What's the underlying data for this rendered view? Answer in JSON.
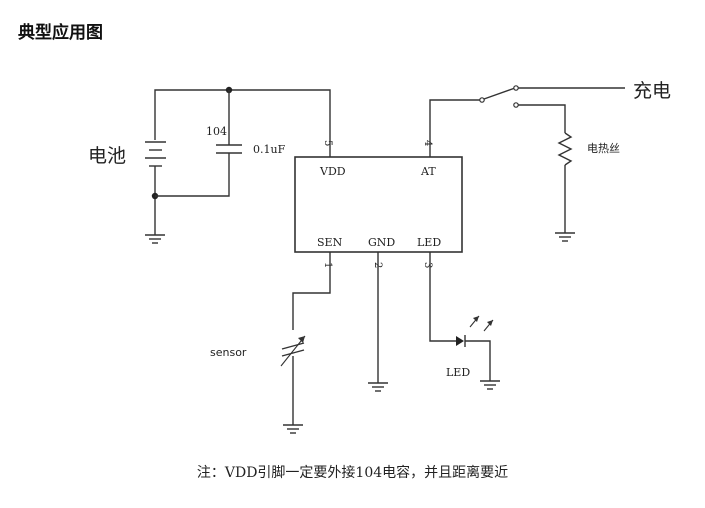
{
  "page": {
    "title": "典型应用图"
  },
  "diagram": {
    "chip": {
      "pins": {
        "vdd": {
          "label": "VDD",
          "number": "5"
        },
        "at": {
          "label": "AT",
          "number": "4"
        },
        "sen": {
          "label": "SEN",
          "number": "1"
        },
        "gnd": {
          "label": "GND",
          "number": "2"
        },
        "led": {
          "label": "LED",
          "number": "3"
        }
      }
    },
    "battery_label": "电池",
    "capacitor_code": "104",
    "capacitor_value": "0.1uF",
    "charge_label": "充电",
    "heater_label": "电热丝",
    "sensor_label": "sensor",
    "led_label": "LED"
  },
  "note": "注：VDD引脚一定要外接104电容，并且距离要近"
}
